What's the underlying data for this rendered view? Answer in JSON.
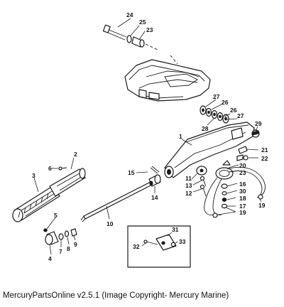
{
  "caption": "MercuryPartsOnline v2.5.1 (Image Copyright- Mercury Marine)",
  "callouts": {
    "c1": "1",
    "c2": "2",
    "c3": "3",
    "c4": "4",
    "c5": "5",
    "c6": "6",
    "c7": "7",
    "c8": "8",
    "c9": "9",
    "c10": "10",
    "c11": "11",
    "c12": "12",
    "c13": "13",
    "c14": "14",
    "c15": "15",
    "c16": "16",
    "c17": "17",
    "c18": "18",
    "c19": "19",
    "c20": "20",
    "c21": "21",
    "c22": "22",
    "c23a": "23",
    "c23b": "23",
    "c24": "24",
    "c25": "25",
    "c26a": "26",
    "c26b": "26",
    "c27a": "27",
    "c27b": "27",
    "c28": "28",
    "c29": "29",
    "c30": "30",
    "c31": "31",
    "c32": "32",
    "c33": "33"
  }
}
